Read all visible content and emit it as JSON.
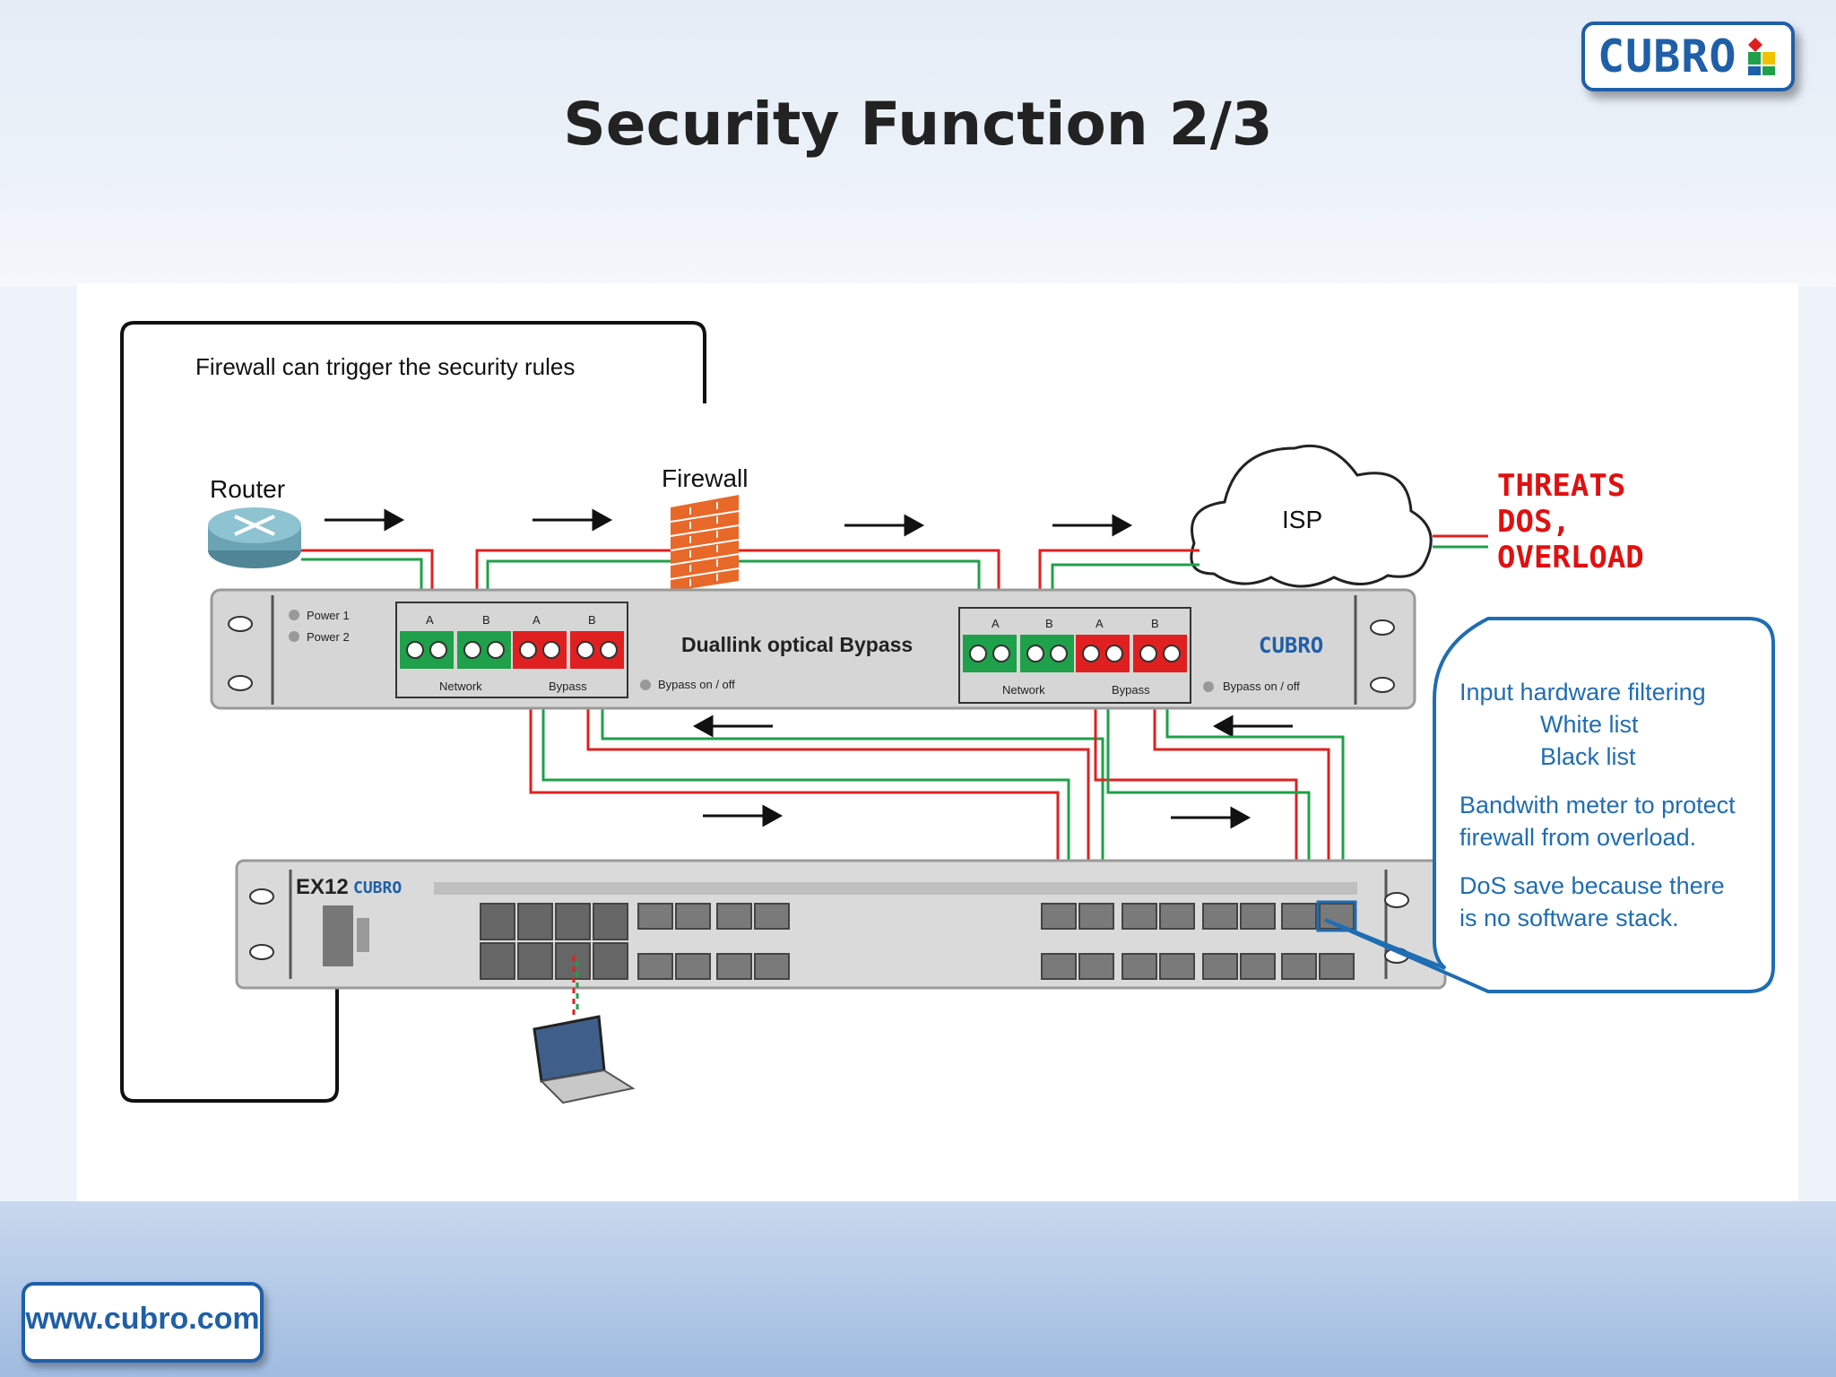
{
  "header": {
    "title": "Security Function 2/3",
    "logo": "CUBRO"
  },
  "footer": {
    "url": "www.cubro.com"
  },
  "diagram": {
    "note": "Firewall can trigger the security rules",
    "router_label": "Router",
    "firewall_label": "Firewall",
    "isp_label": "ISP",
    "threats": [
      "THREATS",
      "DOS,",
      "OVERLOAD"
    ],
    "bypass": {
      "title": "Duallink optical Bypass",
      "power1": "Power 1",
      "power2": "Power 2",
      "port_a": "A",
      "port_b": "B",
      "network": "Network",
      "bypass": "Bypass",
      "bypass_toggle": "Bypass on / off",
      "logo": "CUBRO"
    },
    "switch": {
      "model": "EX12",
      "logo": "CUBRO"
    },
    "callout": [
      "Input hardware filtering",
      "White list",
      "Black list",
      "",
      "Bandwith meter to protect",
      "firewall from overload.",
      "",
      "DoS save because there",
      "is no software stack."
    ],
    "colors": {
      "red": "#e02020",
      "green": "#1fa04a",
      "callout": "#1f6db3",
      "threat": "#e01010"
    }
  }
}
